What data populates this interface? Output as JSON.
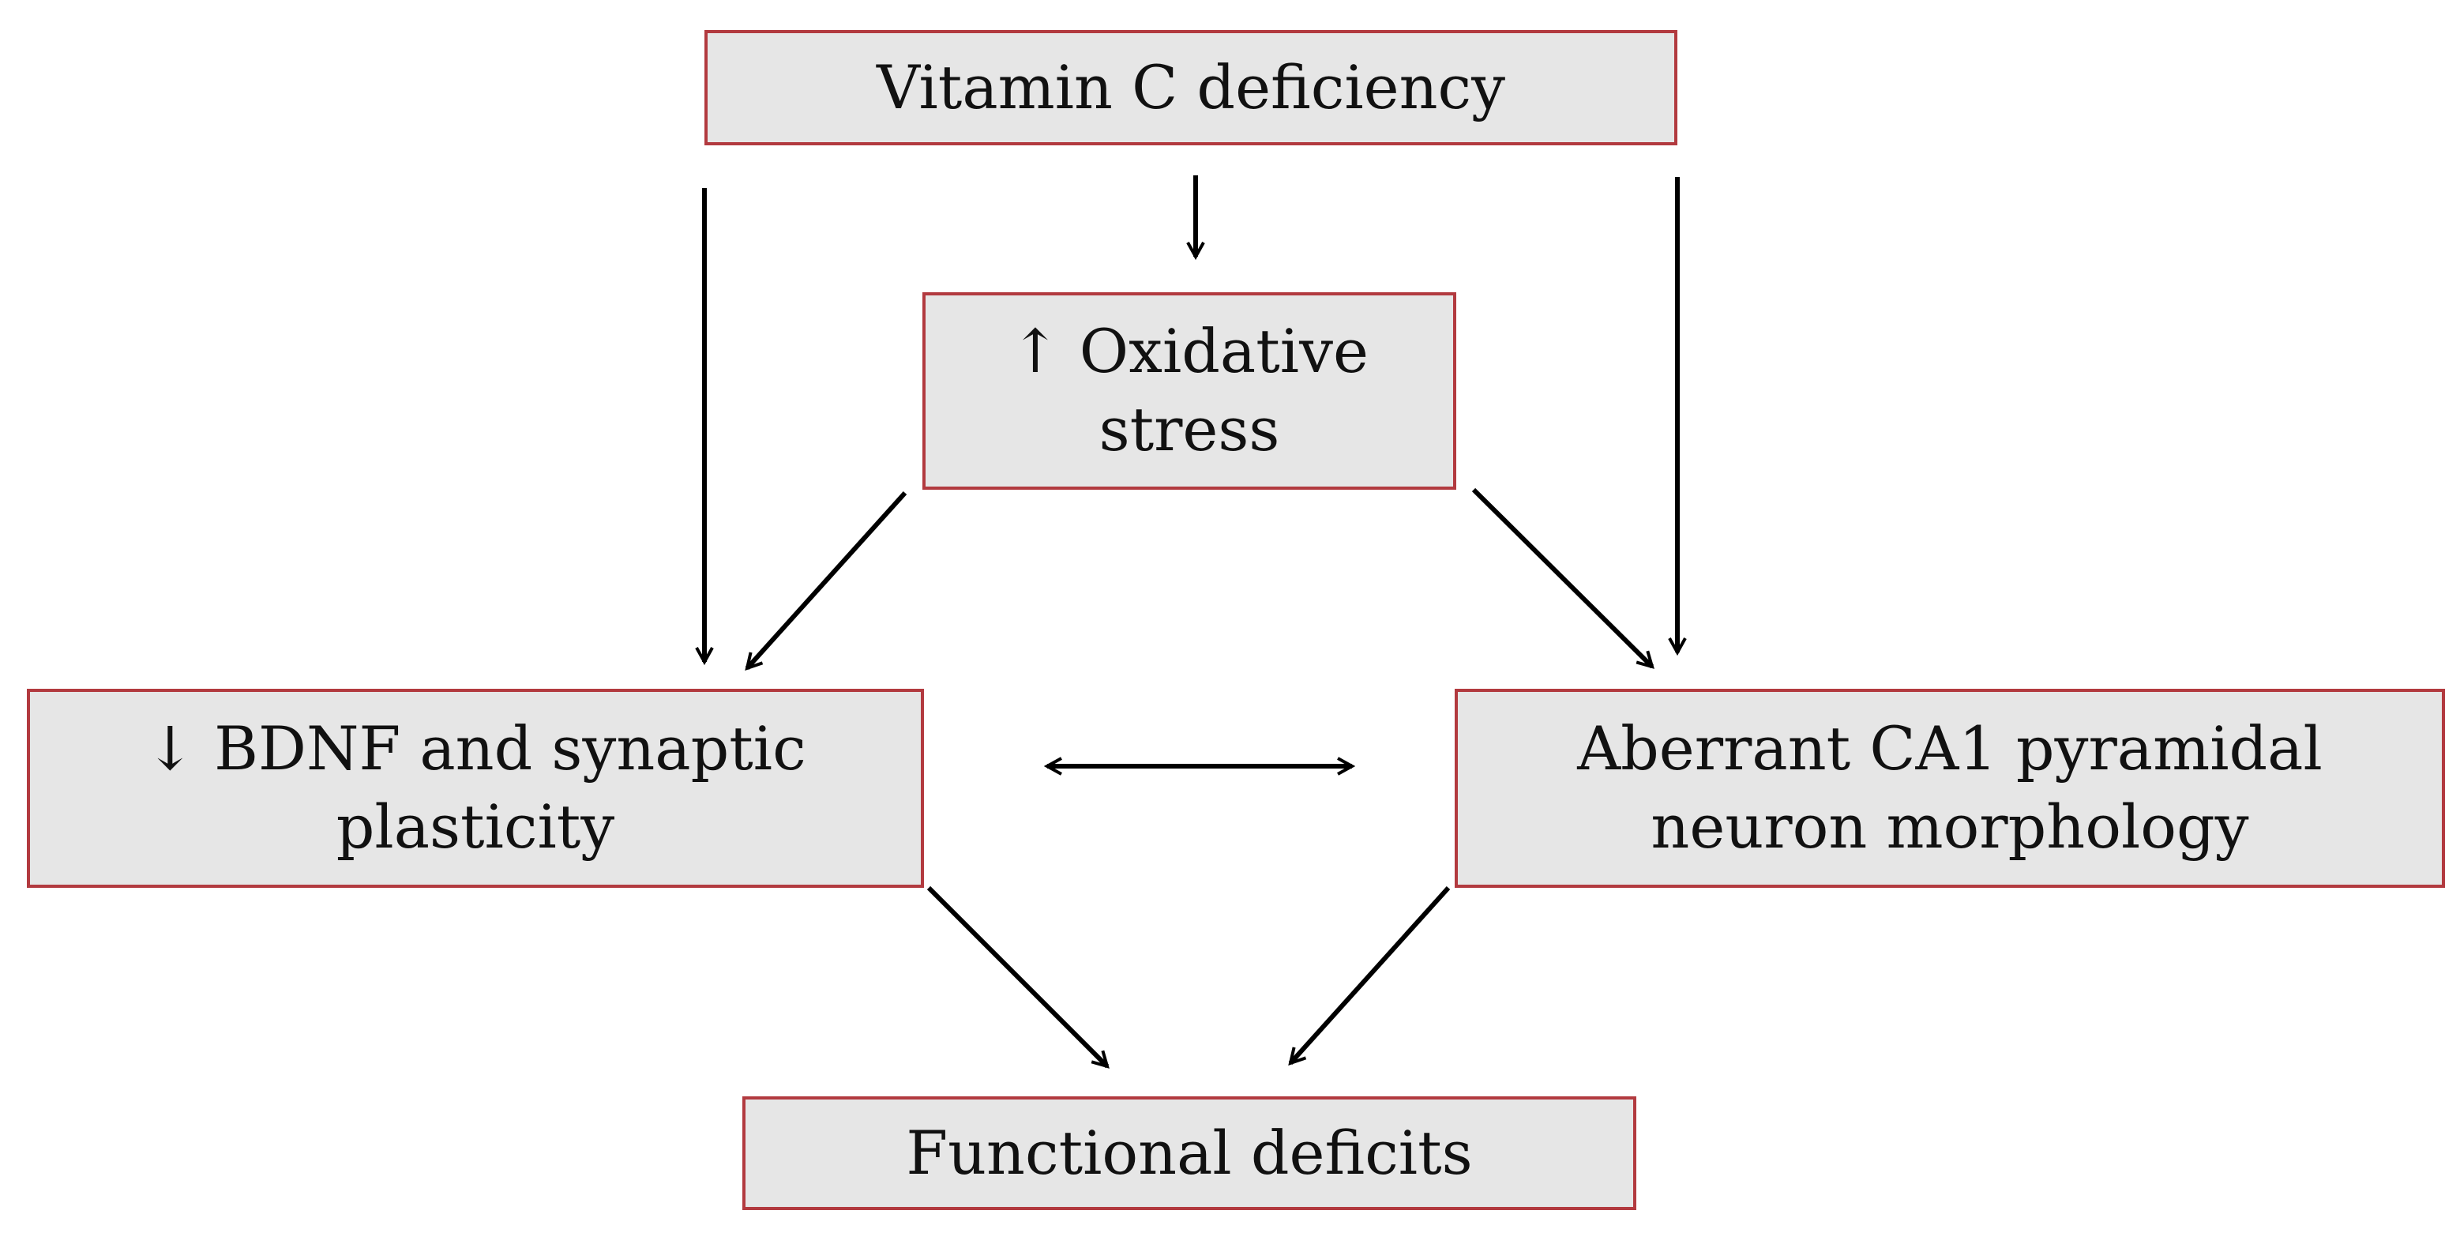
{
  "colors": {
    "box_fill": "#e6e6e6",
    "box_border": "#b23a3f",
    "text": "#111111",
    "arrow": "#000000"
  },
  "nodes": {
    "vitamin_c": {
      "lines": [
        "Vitamin C deficiency"
      ]
    },
    "oxidative": {
      "lines": [
        "↑ Oxidative",
        "stress"
      ]
    },
    "bdnf": {
      "lines": [
        "↓ BDNF and synaptic",
        "plasticity"
      ]
    },
    "aberrant": {
      "lines": [
        "Aberrant CA1 pyramidal",
        "neuron morphology"
      ]
    },
    "functional": {
      "lines": [
        "Functional deficits"
      ]
    }
  },
  "edges": [
    {
      "from": "vitamin_c",
      "to": "oxidative"
    },
    {
      "from": "vitamin_c",
      "to": "bdnf"
    },
    {
      "from": "vitamin_c",
      "to": "aberrant"
    },
    {
      "from": "oxidative",
      "to": "bdnf"
    },
    {
      "from": "oxidative",
      "to": "aberrant"
    },
    {
      "from": "bdnf",
      "to": "aberrant",
      "bidirectional": true
    },
    {
      "from": "bdnf",
      "to": "functional"
    },
    {
      "from": "aberrant",
      "to": "functional"
    }
  ]
}
